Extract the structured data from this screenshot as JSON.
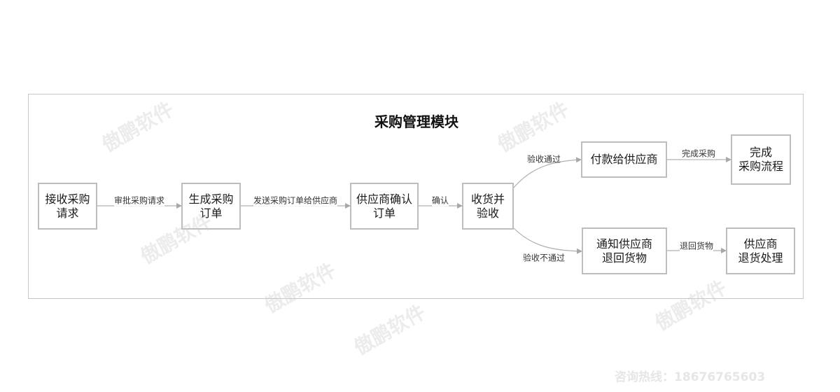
{
  "diagram": {
    "title": "采购管理模块",
    "nodes": {
      "n1": "接收采购\n请求",
      "n2": "生成采购\n订单",
      "n3": "供应商确认\n订单",
      "n4": "收货并\n验收",
      "n5": "付款给供应商",
      "n6": "完成\n采购流程",
      "n7": "通知供应商\n退回货物",
      "n8": "供应商\n退货处理"
    },
    "edges": {
      "e1": "审批采购请求",
      "e2": "发送采购订单给供应商",
      "e3": "确认",
      "e4": "验收通过",
      "e5": "完成采购",
      "e6": "验收不通过",
      "e7": "退回货物"
    }
  },
  "watermark": "傲鹏软件",
  "hotline": "咨询热线：18676765603"
}
